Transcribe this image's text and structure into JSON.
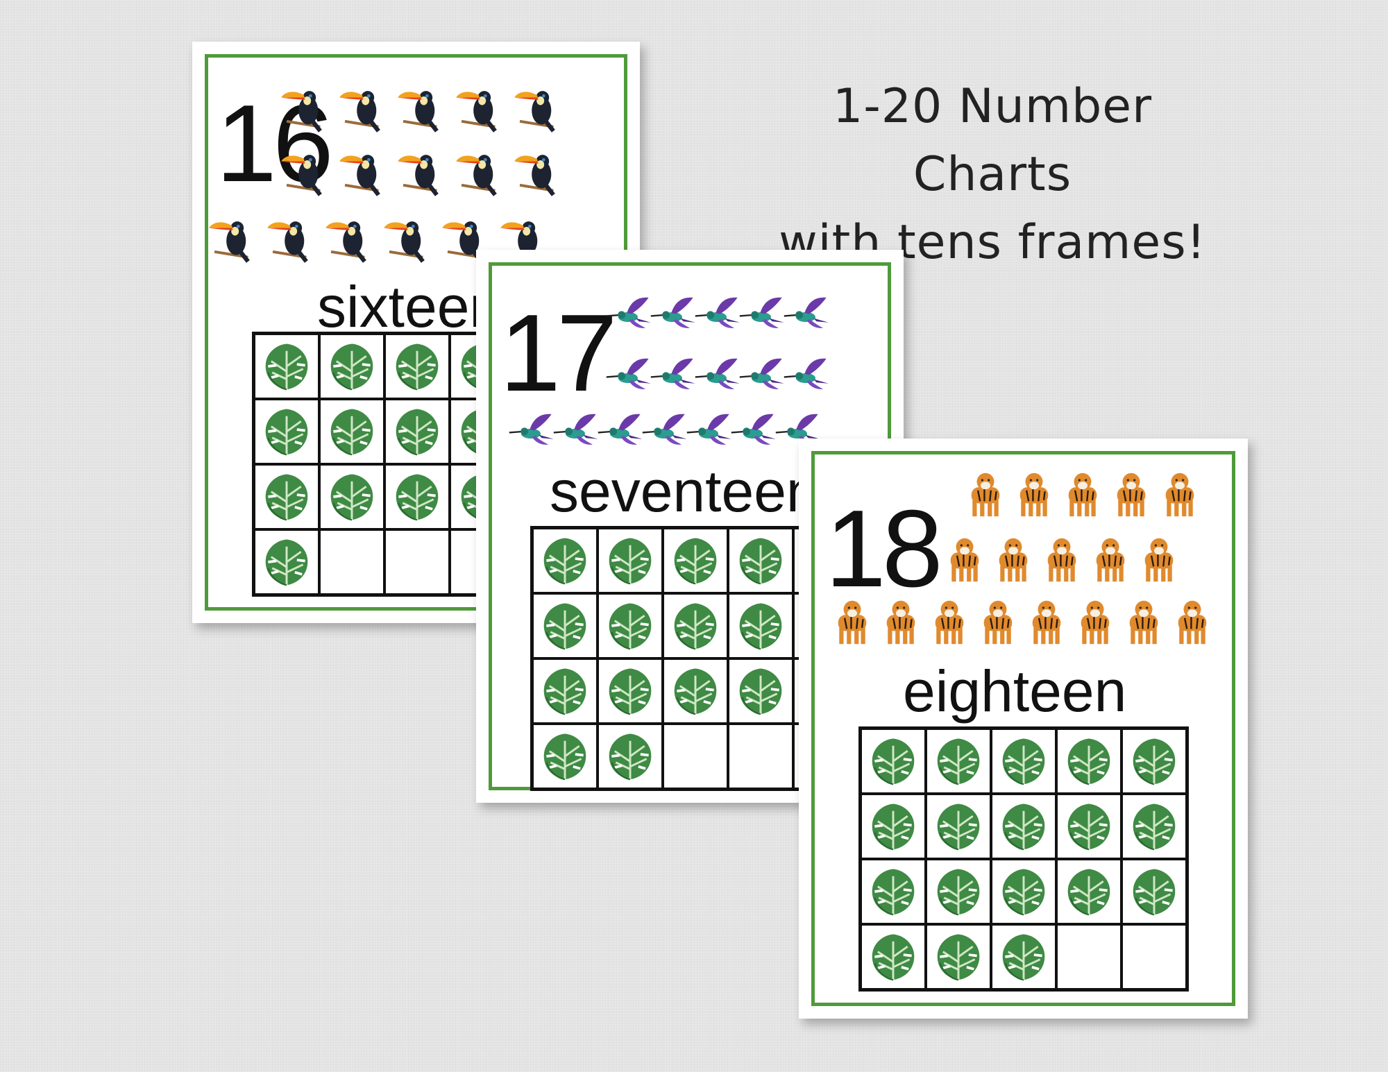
{
  "headline": {
    "line1": "1-20 Number Charts",
    "line2": "with tens frames!"
  },
  "colors": {
    "frame_green": "#4f9a3a",
    "leaf_green": "#2f7a3a",
    "background": "#e4e4e4"
  },
  "cards": [
    {
      "number": "16",
      "word": "sixteen",
      "animal": "toucan-icon",
      "animal_count": 16,
      "filled_cells": 16
    },
    {
      "number": "17",
      "word": "seventeen",
      "animal": "hummingbird-icon",
      "animal_count": 17,
      "filled_cells": 17
    },
    {
      "number": "18",
      "word": "eighteen",
      "animal": "tiger-icon",
      "animal_count": 18,
      "filled_cells": 18
    }
  ]
}
